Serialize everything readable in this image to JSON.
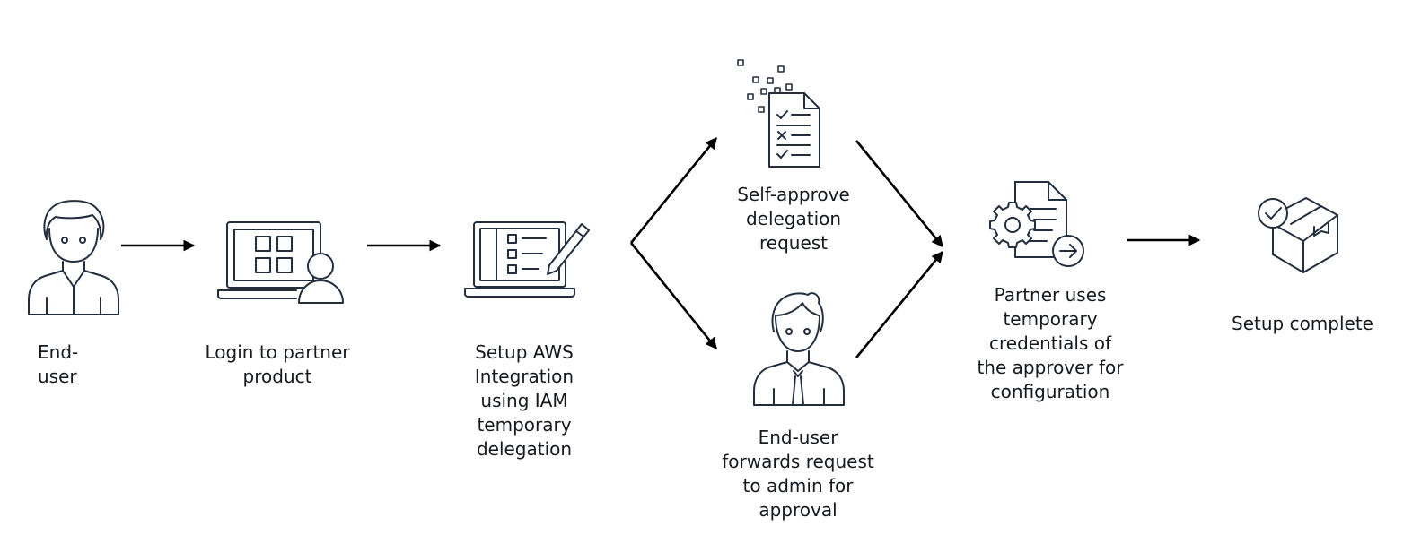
{
  "nodes": {
    "end_user": {
      "label": "End-\nuser",
      "icon": "user-icon"
    },
    "login": {
      "label": "Login to partner\nproduct",
      "icon": "laptop-user-icon"
    },
    "setup_integration": {
      "label": "Setup AWS\nIntegration\nusing IAM\ntemporary\ndelegation",
      "icon": "laptop-checklist-icon"
    },
    "self_approve": {
      "label": "Self-approve\ndelegation\nrequest",
      "icon": "document-checklist-icon"
    },
    "forward_admin": {
      "label": "End-user\nforwards request\nto admin for\napproval",
      "icon": "admin-user-icon"
    },
    "partner_uses": {
      "label": "Partner uses\ntemporary\ncredentials of\nthe approver for\nconfiguration",
      "icon": "document-gear-icon"
    },
    "setup_complete": {
      "label": "Setup complete",
      "icon": "package-check-icon"
    }
  },
  "edges": [
    {
      "from": "end_user",
      "to": "login"
    },
    {
      "from": "login",
      "to": "setup_integration"
    },
    {
      "from": "setup_integration",
      "to": "self_approve"
    },
    {
      "from": "setup_integration",
      "to": "forward_admin"
    },
    {
      "from": "self_approve",
      "to": "partner_uses"
    },
    {
      "from": "forward_admin",
      "to": "partner_uses"
    },
    {
      "from": "partner_uses",
      "to": "setup_complete"
    }
  ],
  "colors": {
    "icon_stroke": "#232f3e",
    "arrow": "#000000",
    "text": "#16191f"
  }
}
